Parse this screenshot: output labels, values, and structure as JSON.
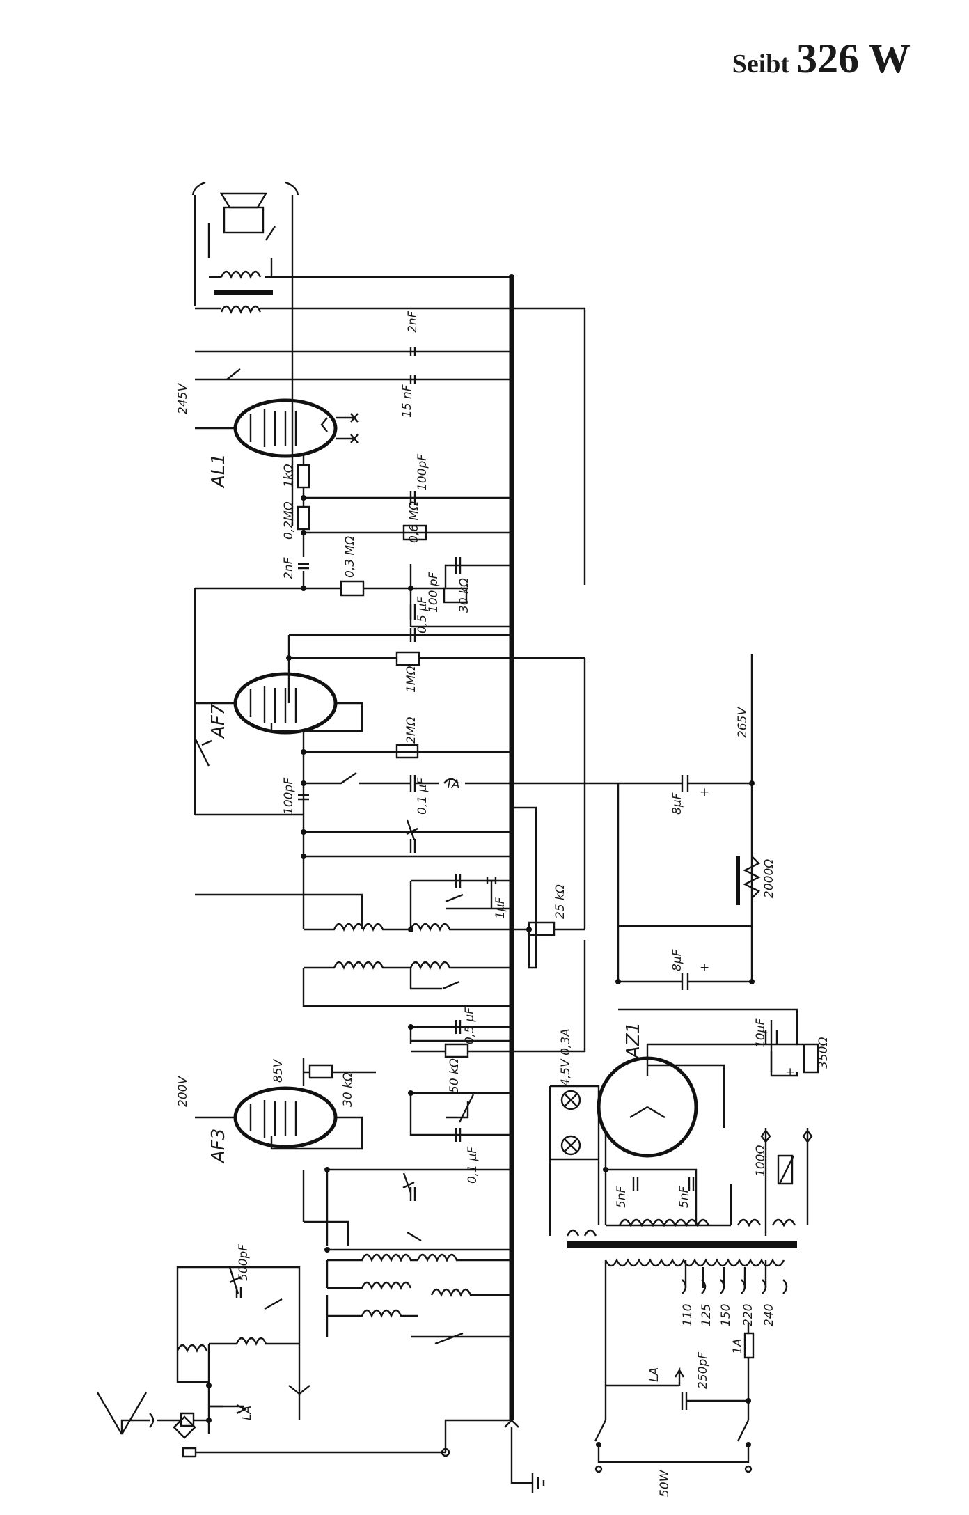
{
  "title": {
    "brand": "Seibt",
    "model": "326 W"
  },
  "tubes": {
    "output": "AL1",
    "af": "AF7",
    "rf": "AF3",
    "rectifier": "AZ1"
  },
  "labels": {
    "v245": "245V",
    "v265": "265V",
    "v200": "200V",
    "v85": "85V",
    "c_2nf_top": "2nF",
    "c_15nf": "15 nF",
    "r_1k": "1kΩ",
    "r_02M": "0,2MΩ",
    "c_100pf_a": "100pF",
    "r_06M": "0,6 MΩ",
    "c_2nf_b": "2nF",
    "r_03M": "0,3 MΩ",
    "c_100pf_b": "100 pF",
    "r_30k_a": "30 kΩ",
    "c_05uf_a": "0,5 µF",
    "r_1M": "1MΩ",
    "r_2M": "2MΩ",
    "c_100pf_c": "100pF",
    "c_01uf_a": "0,1 µF",
    "ta": "TA",
    "c_8uf_a": "8µF",
    "r_2000": "2000Ω",
    "c_1uf": "1µF",
    "r_25k": "25 kΩ",
    "c_8uf_b": "8µF",
    "c_05uf_b": "0,5 µF",
    "r_50k": "50 kΩ",
    "r_30k_b": "30 kΩ",
    "c_10uf": "10µF",
    "r_350": "350Ω",
    "lamp": "4,5V 0,3A",
    "c_01uf_b": "0,1 µF",
    "c_5nf_a": "5nF",
    "c_5nf_b": "5nF",
    "r_100": "100Ω",
    "c_500pf": "500pF",
    "tap110": "110",
    "tap125": "125",
    "tap150": "150",
    "tap220": "220",
    "tap240": "240",
    "c_250pf": "250pF",
    "fuse": "1A",
    "la_a": "LA",
    "la_b": "LA",
    "power": "50W",
    "plus_a": "+",
    "plus_b": "+",
    "plus_c": "+"
  }
}
